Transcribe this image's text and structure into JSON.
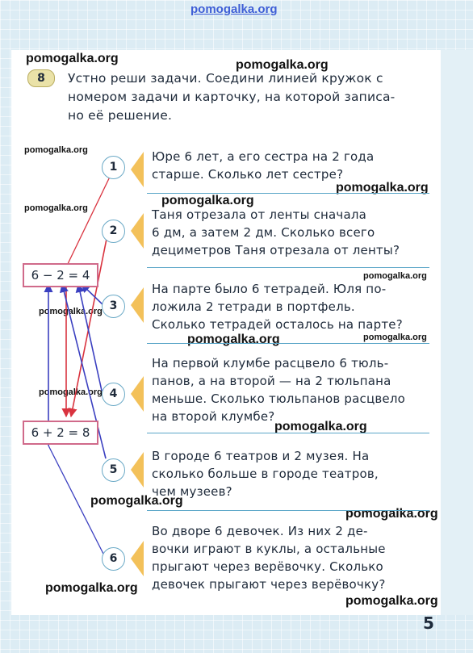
{
  "watermark": "pomogalka.org",
  "task": {
    "number": "8",
    "intro_lines": [
      "Устно реши задачи. Соедини линией кружок с",
      "номером задачи и карточку, на которой записа-",
      "но её решение."
    ]
  },
  "problems": [
    {
      "num": "1",
      "lines": [
        "Юре 6 лет, а его сестра на 2 года",
        "старше. Сколько лет сестре?"
      ]
    },
    {
      "num": "2",
      "lines": [
        "Таня отрезала от ленты сначала",
        "6 дм, а затем 2 дм. Сколько всего",
        "дециметров Таня отрезала от ленты?"
      ]
    },
    {
      "num": "3",
      "lines": [
        "На парте было 6 тетрадей. Юля по-",
        "ложила 2 тетради в портфель.",
        "Сколько тетрадей осталось на парте?"
      ]
    },
    {
      "num": "4",
      "lines": [
        "На первой клумбе расцвело 6 тюль-",
        "панов, а на второй — на 2 тюльпана",
        "меньше. Сколько тюльпанов расцвело",
        "на второй клумбе?"
      ]
    },
    {
      "num": "5",
      "lines": [
        "В городе 6 театров и 2 музея. На",
        "сколько больше в городе театров,",
        "чем музеев?"
      ]
    },
    {
      "num": "6",
      "lines": [
        "Во дворе 6 девочек. Из них 2 де-",
        "вочки играют в куклы, а остальные",
        "прыгают через верёвочку. Сколько",
        "девочек прыгают через верёвочку?"
      ]
    }
  ],
  "cards": [
    {
      "expression": "6 − 2 = 4"
    },
    {
      "expression": "6 + 2 = 8"
    }
  ],
  "page_number": "5",
  "colors": {
    "red_line": "#d9333f",
    "blue_line": "#3a3fc0",
    "card_border": "#d06a8a",
    "marker": "#f3c15a",
    "separator": "#5aa6c8"
  }
}
